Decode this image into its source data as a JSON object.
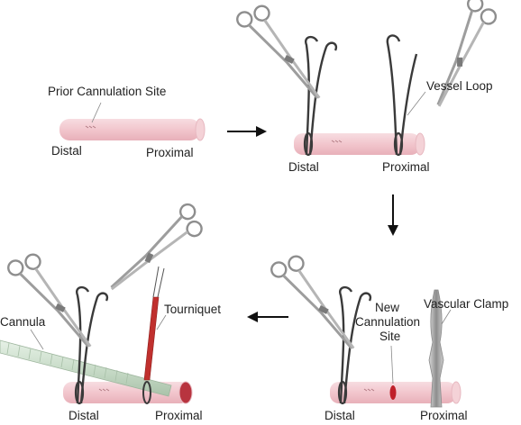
{
  "panels": {
    "top_left": {
      "site_label": "Prior Cannulation Site",
      "distal": "Distal",
      "proximal": "Proximal"
    },
    "top_right": {
      "loop_label": "Vessel Loop",
      "distal": "Distal",
      "proximal": "Proximal"
    },
    "bottom_right": {
      "new_site_line1": "New",
      "new_site_line2": "Cannulation",
      "new_site_line3": "Site",
      "clamp_label": "Vascular Clamp",
      "distal": "Distal",
      "proximal": "Proximal"
    },
    "bottom_left": {
      "cannula_label": "Cannula",
      "tourniquet_label": "Tourniquet",
      "distal": "Distal",
      "proximal": "Proximal"
    }
  },
  "colors": {
    "vessel": "#f2c9cf",
    "vessel_edge": "#e3a9b2",
    "instrument": "#9a9a9a",
    "loop": "#3a3a3a",
    "tourniquet": "#c0302e",
    "cannula": "#cfe3cf",
    "arrow": "#111111"
  },
  "arrows": [
    "right-arrow",
    "down-arrow",
    "left-arrow"
  ]
}
